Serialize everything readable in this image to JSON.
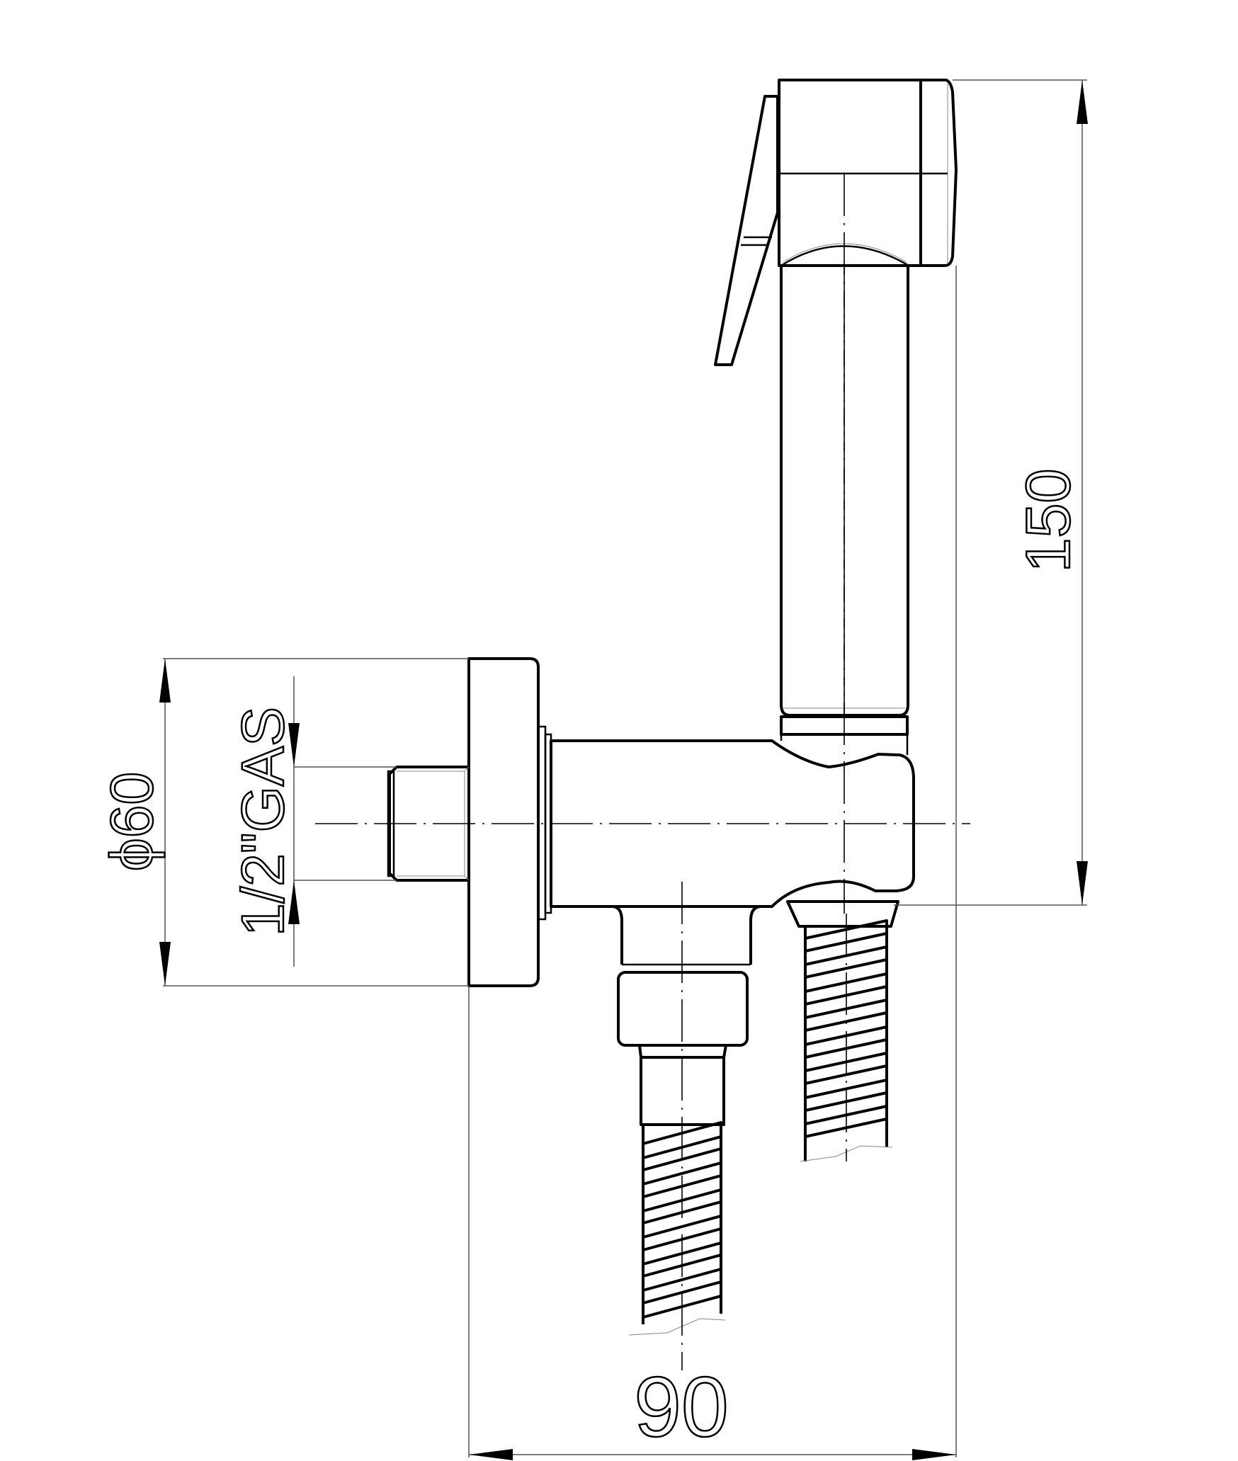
{
  "drawing": {
    "subject": "Bidet shower handset with wall outlet elbow and flexible hoses",
    "line_color": "#000000",
    "background": "#ffffff"
  },
  "dimensions": {
    "height": {
      "value": "150",
      "orientation": "vertical",
      "position": "right"
    },
    "width": {
      "value": "90",
      "orientation": "horizontal",
      "position": "bottom"
    },
    "flange_diameter": {
      "value": "ϕ60",
      "orientation": "vertical",
      "position": "left"
    },
    "thread": {
      "value": "1/2\"GAS",
      "orientation": "vertical",
      "position": "left"
    }
  }
}
